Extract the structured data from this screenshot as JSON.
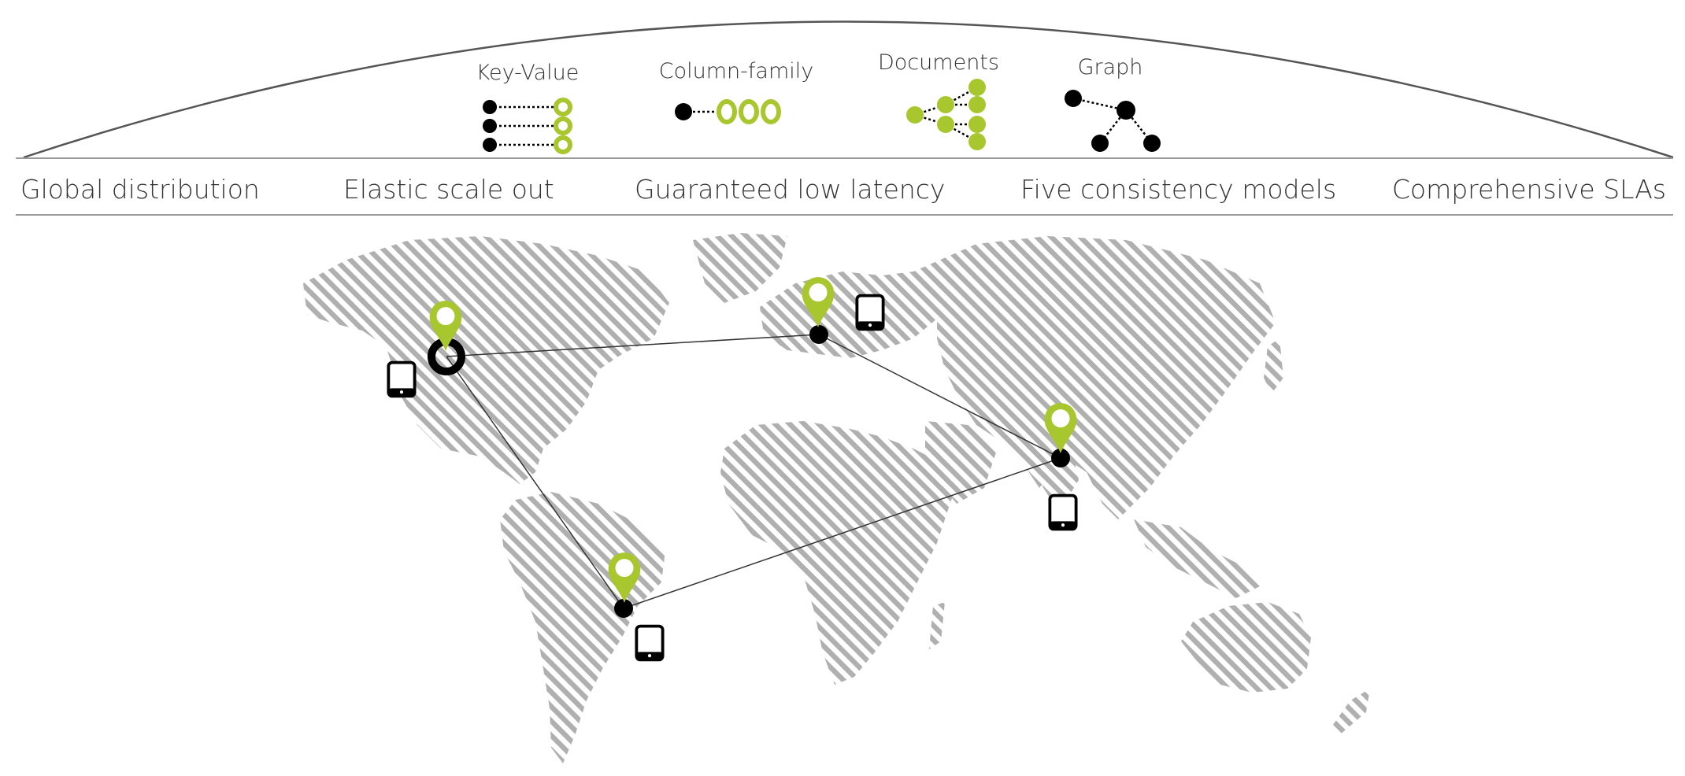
{
  "data_models": [
    {
      "id": "key-value",
      "label": "Key-Value",
      "icon": "key-value-icon"
    },
    {
      "id": "column-family",
      "label": "Column-family",
      "icon": "column-family-icon"
    },
    {
      "id": "documents",
      "label": "Documents",
      "icon": "documents-icon"
    },
    {
      "id": "graph",
      "label": "Graph",
      "icon": "graph-icon"
    }
  ],
  "features": [
    "Global distribution",
    "Elastic scale out",
    "Guaranteed low latency",
    "Five consistency models",
    "Comprehensive SLAs"
  ],
  "regions": [
    {
      "id": "north-america",
      "primary": true
    },
    {
      "id": "europe",
      "primary": false
    },
    {
      "id": "asia",
      "primary": false
    },
    {
      "id": "south-america",
      "primary": false
    }
  ],
  "colors": {
    "accent": "#a8c62d",
    "ink": "#000000",
    "map": "#b0b0b0",
    "text": "#333333",
    "rule": "#9a9a9a"
  }
}
